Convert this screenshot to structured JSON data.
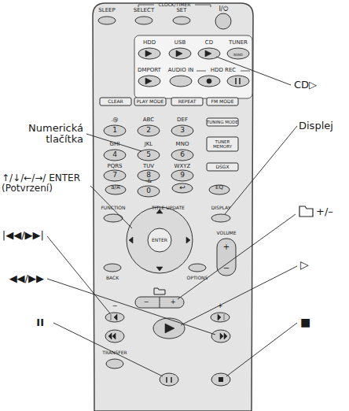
{
  "diagram": {
    "labels": [
      "SLEEP",
      "CLOCK/TIMER",
      "SELECT",
      "SET",
      "I/⏻",
      "HDD",
      "USB",
      "CD",
      "TUNER",
      "BAND",
      "DMPORT",
      "AUDIO IN",
      "HDD REC",
      "CLEAR",
      "PLAY MODE",
      "REPEAT",
      "FM MODE",
      ".@",
      "1",
      "ABC",
      "2",
      "DEF",
      "3",
      "TUNING MODE",
      "GHI",
      "4",
      "JKL",
      "5",
      "MNO",
      "6",
      "TUNER MEMORY",
      "PQRS",
      "7",
      "TUV",
      "8",
      "WXYZ",
      "9",
      "DSGX",
      "a/A",
      "-&",
      "0",
      "↩",
      "EQ",
      "FUNCTION",
      "TITLE UPDATE",
      "DISPLAY",
      "ENTER",
      "VOLUME",
      "+",
      "−",
      "BACK",
      "OPTIONS",
      "−",
      "+",
      "−",
      "+",
      "TRANSFER",
      "CD▷",
      "Numerická tlačítka",
      "↑/↓/←/→/ ENTER (Potvrzení)",
      "Displej",
      "+/–",
      "|◀◀/▶▶|",
      "▷",
      "◀◀/▶▶",
      "II",
      "■"
    ]
  }
}
